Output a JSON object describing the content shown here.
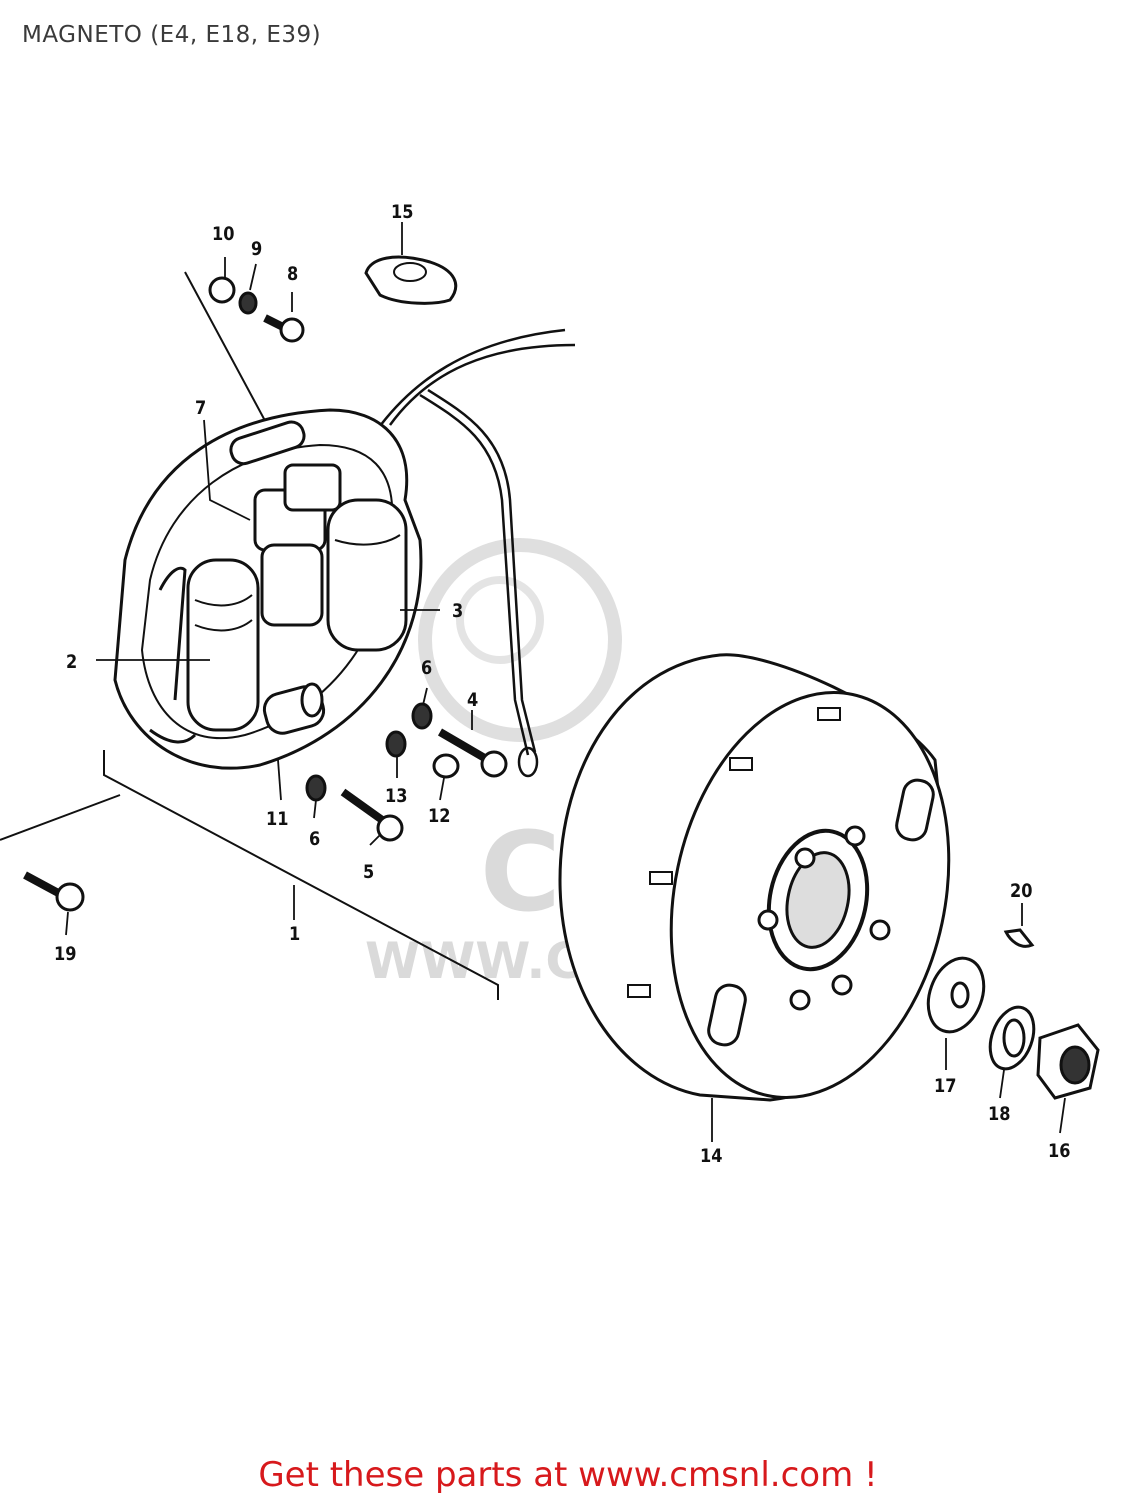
{
  "page": {
    "title": "MAGNETO (E4, E18, E39)"
  },
  "watermark": {
    "text": "WWW.CMSNL.COM",
    "logo_text": "CMS"
  },
  "callouts": [
    {
      "id": "c1",
      "label": "1"
    },
    {
      "id": "c2",
      "label": "2"
    },
    {
      "id": "c3",
      "label": "3"
    },
    {
      "id": "c4",
      "label": "4"
    },
    {
      "id": "c5",
      "label": "5"
    },
    {
      "id": "c6a",
      "label": "6"
    },
    {
      "id": "c6b",
      "label": "6"
    },
    {
      "id": "c7",
      "label": "7"
    },
    {
      "id": "c8",
      "label": "8"
    },
    {
      "id": "c9",
      "label": "9"
    },
    {
      "id": "c10",
      "label": "10"
    },
    {
      "id": "c11",
      "label": "11"
    },
    {
      "id": "c12",
      "label": "12"
    },
    {
      "id": "c13",
      "label": "13"
    },
    {
      "id": "c14",
      "label": "14"
    },
    {
      "id": "c15",
      "label": "15"
    },
    {
      "id": "c16",
      "label": "16"
    },
    {
      "id": "c17",
      "label": "17"
    },
    {
      "id": "c18",
      "label": "18"
    },
    {
      "id": "c19",
      "label": "19"
    },
    {
      "id": "c20",
      "label": "20"
    }
  ],
  "footer": {
    "text": "Get these parts at www.cmsnl.com !",
    "color": "#d7191c"
  }
}
